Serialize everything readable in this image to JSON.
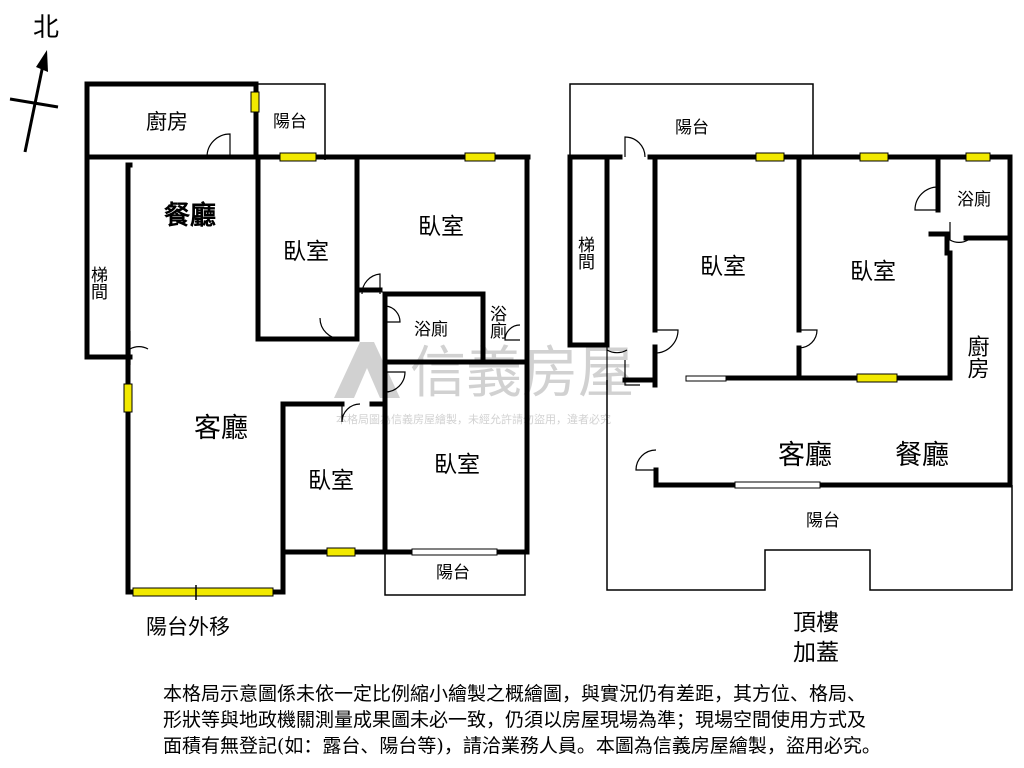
{
  "compass": {
    "north_label": "北"
  },
  "floor1": {
    "rooms": {
      "kitchen": "廚房",
      "balcony_top": "陽台",
      "dining": "餐廳",
      "stairs": "梯間",
      "bedroom_a": "臥室",
      "bedroom_b": "臥室",
      "bath_a": "浴廁",
      "bath_b": "浴廁",
      "living": "客廳",
      "bedroom_c": "臥室",
      "bedroom_d": "臥室",
      "balcony_bottom": "陽台"
    },
    "note": "陽台外移"
  },
  "floor2": {
    "rooms": {
      "balcony_top": "陽台",
      "stairs": "梯間",
      "bedroom_a": "臥室",
      "bedroom_b": "臥室",
      "bath": "浴廁",
      "kitchen": "廚房",
      "living": "客廳",
      "dining": "餐廳",
      "balcony_bottom": "陽台"
    },
    "note_line1": "頂樓",
    "note_line2": "加蓋"
  },
  "watermark": {
    "brand": "信義房屋",
    "small": "本格局圖為信義房屋繪製，未經允許請勿盜用，違者必究"
  },
  "disclaimer": {
    "line1": "本格局示意圖係未依一定比例縮小繪製之概繪圖，與實況仍有差距，其方位、格局、",
    "line2": "形狀等與地政機關測量成果圖未必一致，仍須以房屋現場為準；現場空間使用方式及",
    "line3": "面積有無登記(如：露台、陽台等)，請洽業務人員。本圖為信義房屋繪製，盜用必究。"
  }
}
